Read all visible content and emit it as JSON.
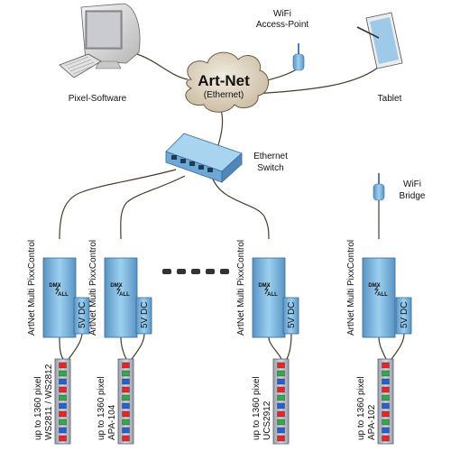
{
  "devices": {
    "pc_label": "Pixel-Software",
    "ap_label": [
      "WiFi",
      "Access-Point"
    ],
    "tablet_label": "Tablet",
    "switch_label": [
      "Ethernet",
      "Switch"
    ],
    "bridge_label": [
      "WiFi",
      "Bridge"
    ]
  },
  "network": {
    "title": "Art-Net",
    "subtitle": "(Ethernet)"
  },
  "controllers": [
    {
      "name": "ArtNet Multi PixxControl",
      "logo_top": "DMX",
      "logo_bottom": "ALL",
      "psu": "5V DC",
      "strip_line1": "up to 1360 pixel",
      "strip_line2": "WS2811 / WS2812"
    },
    {
      "name": "ArtNet Multi PixxControl",
      "logo_top": "DMX",
      "logo_bottom": "ALL",
      "psu": "5V DC",
      "strip_line1": "up to 1360 pixel",
      "strip_line2": "APA-104"
    },
    {
      "name": "ArtNet Multi PixxControl",
      "logo_top": "DMX",
      "logo_bottom": "ALL",
      "psu": "5V DC",
      "strip_line1": "up to 1360 pixel",
      "strip_line2": "UCS2912"
    },
    {
      "name": "ArtNet Multi PixxControl",
      "logo_top": "DMX",
      "logo_bottom": "ALL",
      "psu": "5V DC",
      "strip_line1": "up to 1360 pixel",
      "strip_line2": "APA-102"
    }
  ],
  "led_colors": [
    "#e8262a",
    "#35a84a",
    "#2a5fd0"
  ],
  "colors": {
    "device_blue": "#86c0e6",
    "device_blue_dark": "#5a94c4",
    "strip_grey": "#b8bcc6",
    "cloud_fill": "#dcd0bc",
    "cable": "#4a3a2a"
  }
}
